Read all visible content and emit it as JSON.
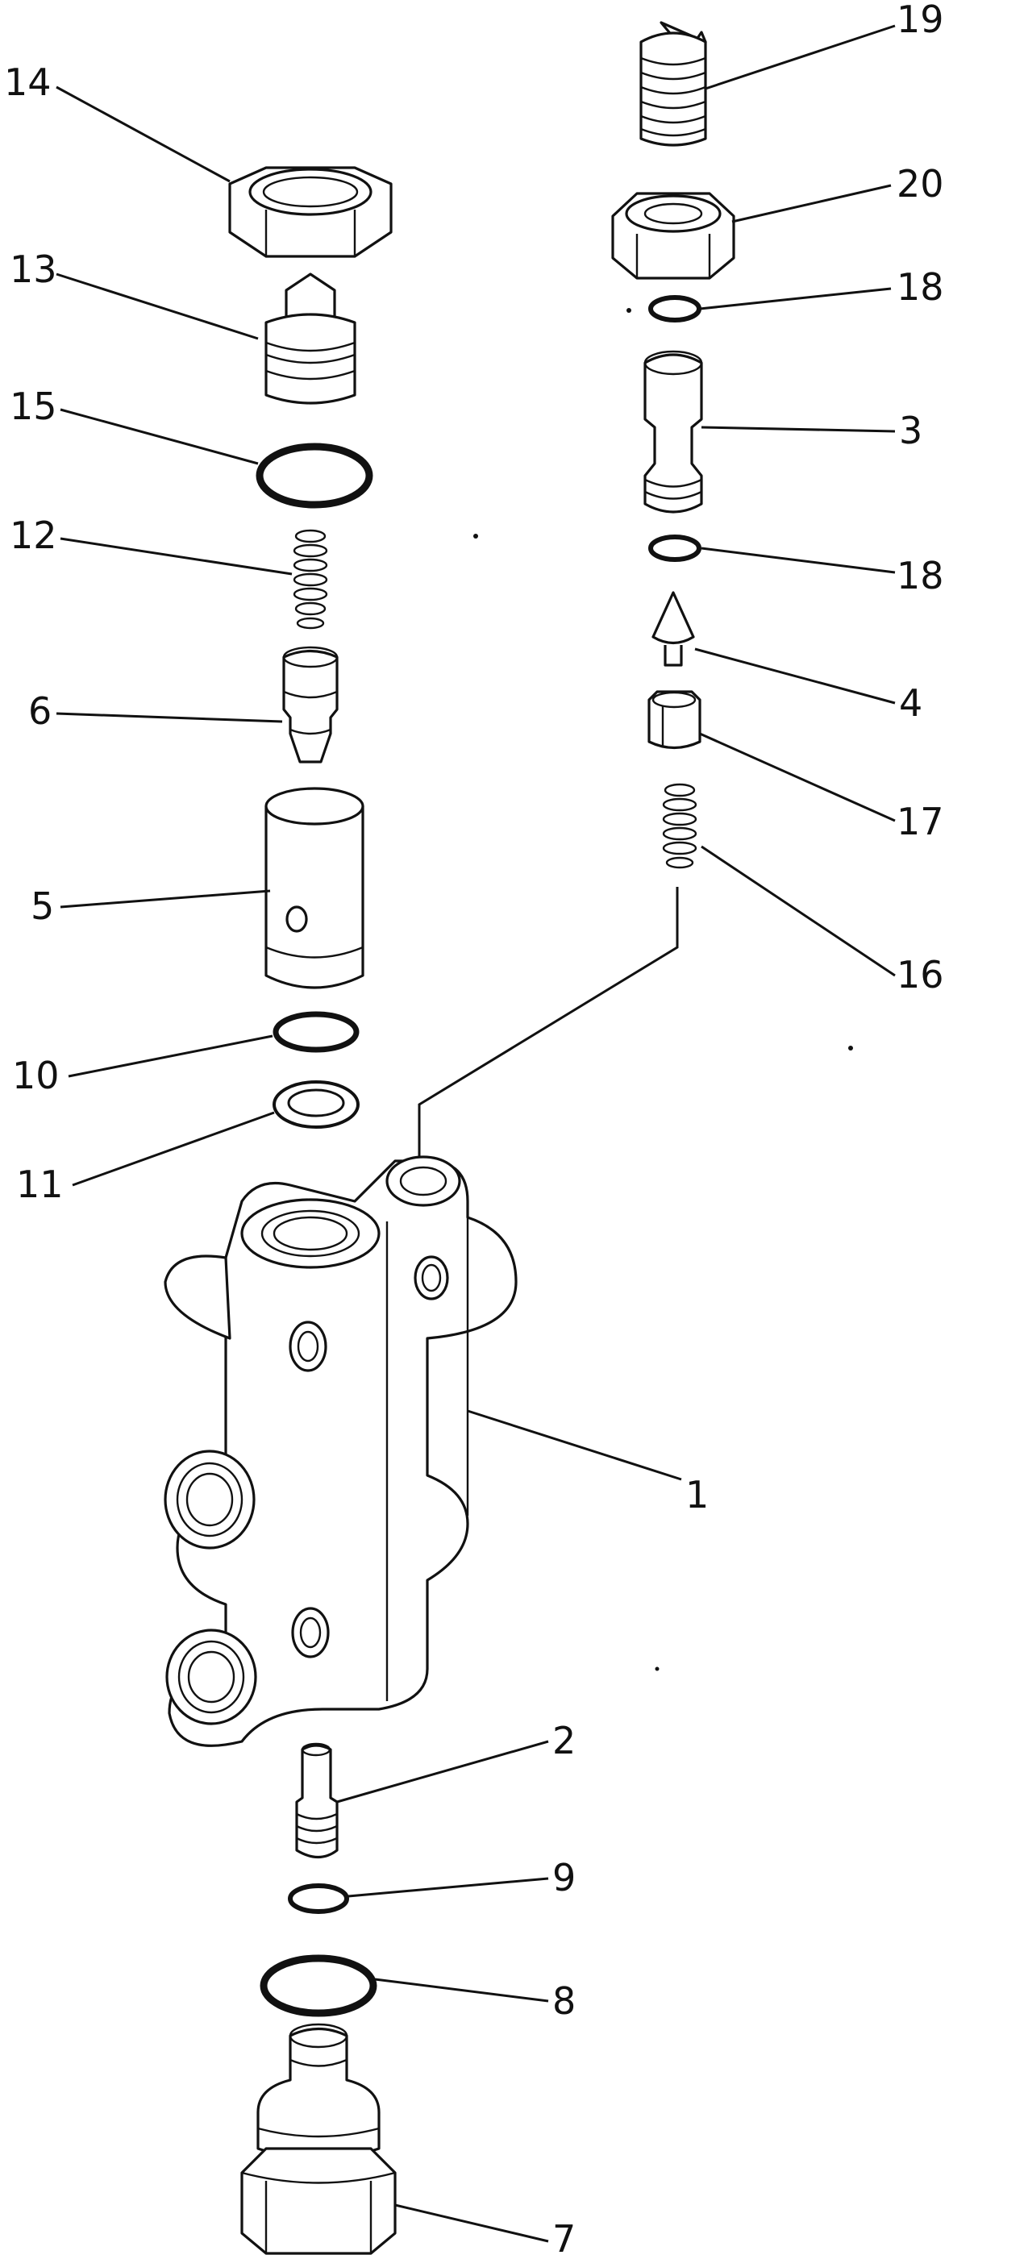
{
  "labels": {
    "p1": "1",
    "p2": "2",
    "p3": "3",
    "p4": "4",
    "p5": "5",
    "p6": "6",
    "p7": "7",
    "p8": "8",
    "p9": "9",
    "p10": "10",
    "p11": "11",
    "p12": "12",
    "p13": "13",
    "p14": "14",
    "p15": "15",
    "p16": "16",
    "p17": "17",
    "p18a": "18",
    "p18b": "18",
    "p19": "19",
    "p20": "20"
  }
}
